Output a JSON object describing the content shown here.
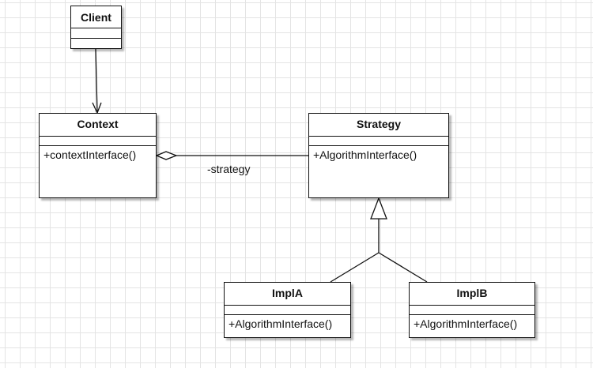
{
  "diagram": {
    "classes": {
      "client": {
        "name": "Client",
        "operation": ""
      },
      "context": {
        "name": "Context",
        "operation": "+contextInterface()"
      },
      "strategy": {
        "name": "Strategy",
        "operation": "+AlgorithmInterface()"
      },
      "impl_a": {
        "name": "ImplA",
        "operation": "+AlgorithmInterface()"
      },
      "impl_b": {
        "name": "ImplB",
        "operation": "+AlgorithmInterface()"
      }
    },
    "relationships": [
      {
        "type": "association",
        "from": "Client",
        "to": "Context"
      },
      {
        "type": "aggregation",
        "from": "Context",
        "to": "Strategy",
        "role": "-strategy"
      },
      {
        "type": "generalization",
        "from": "ImplA",
        "to": "Strategy"
      },
      {
        "type": "generalization",
        "from": "ImplB",
        "to": "Strategy"
      }
    ],
    "aggregation_role": "-strategy"
  }
}
